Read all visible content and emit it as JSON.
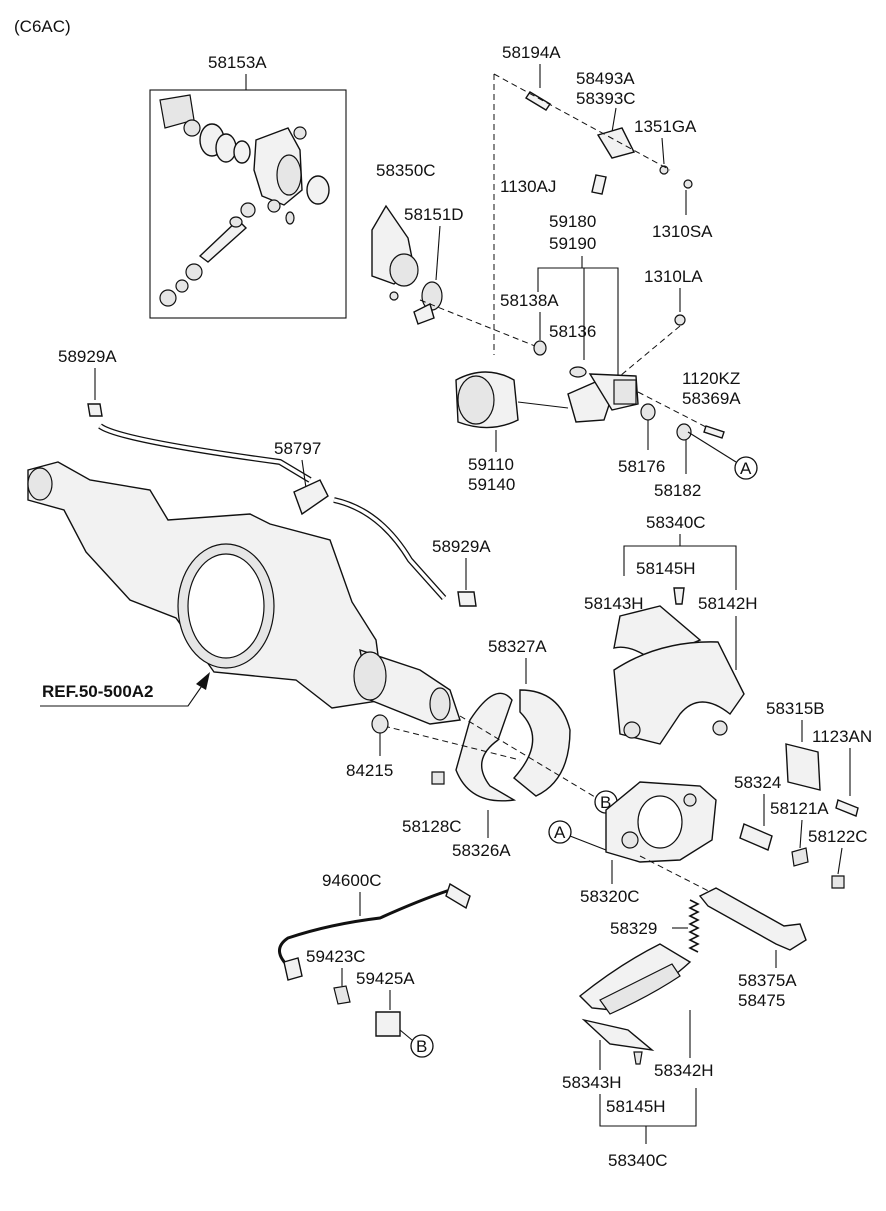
{
  "header": {
    "model_code": "(C6AC)"
  },
  "reference": {
    "text": "REF.50-500A2"
  },
  "labels": {
    "p58153A": "58153A",
    "p58194A": "58194A",
    "p58493A": "58493A",
    "p58393C": "58393C",
    "p1351GA": "1351GA",
    "p1130AJ": "1130AJ",
    "p1310SA": "1310SA",
    "p58350C": "58350C",
    "p58151D": "58151D",
    "p59180": "59180",
    "p59190": "59190",
    "p58138A": "58138A",
    "p1310LA": "1310LA",
    "p58136": "58136",
    "p58929A_top": "58929A",
    "p1120KZ": "1120KZ",
    "p58369A": "58369A",
    "p58797": "58797",
    "p59110": "59110",
    "p59140": "59140",
    "p58176": "58176",
    "p58182": "58182",
    "p58340C_top": "58340C",
    "p58929A_mid": "58929A",
    "p58145H_top": "58145H",
    "p58143H_top": "58143H",
    "p58142H": "58142H",
    "p58327A": "58327A",
    "p58315B": "58315B",
    "p1123AN": "1123AN",
    "p84215": "84215",
    "p58324": "58324",
    "p58121A": "58121A",
    "p58122C": "58122C",
    "p58128C": "58128C",
    "p58326A": "58326A",
    "p58320C": "58320C",
    "p94600C": "94600C",
    "p58329": "58329",
    "p59423C": "59423C",
    "p59425A": "59425A",
    "p58375A": "58375A",
    "p58475": "58475",
    "p58343H": "58343H",
    "p58342H_bot": "58342H",
    "p58145H_bot": "58145H",
    "p58340C_bot": "58340C"
  },
  "callouts": {
    "a": "A",
    "b": "B"
  }
}
